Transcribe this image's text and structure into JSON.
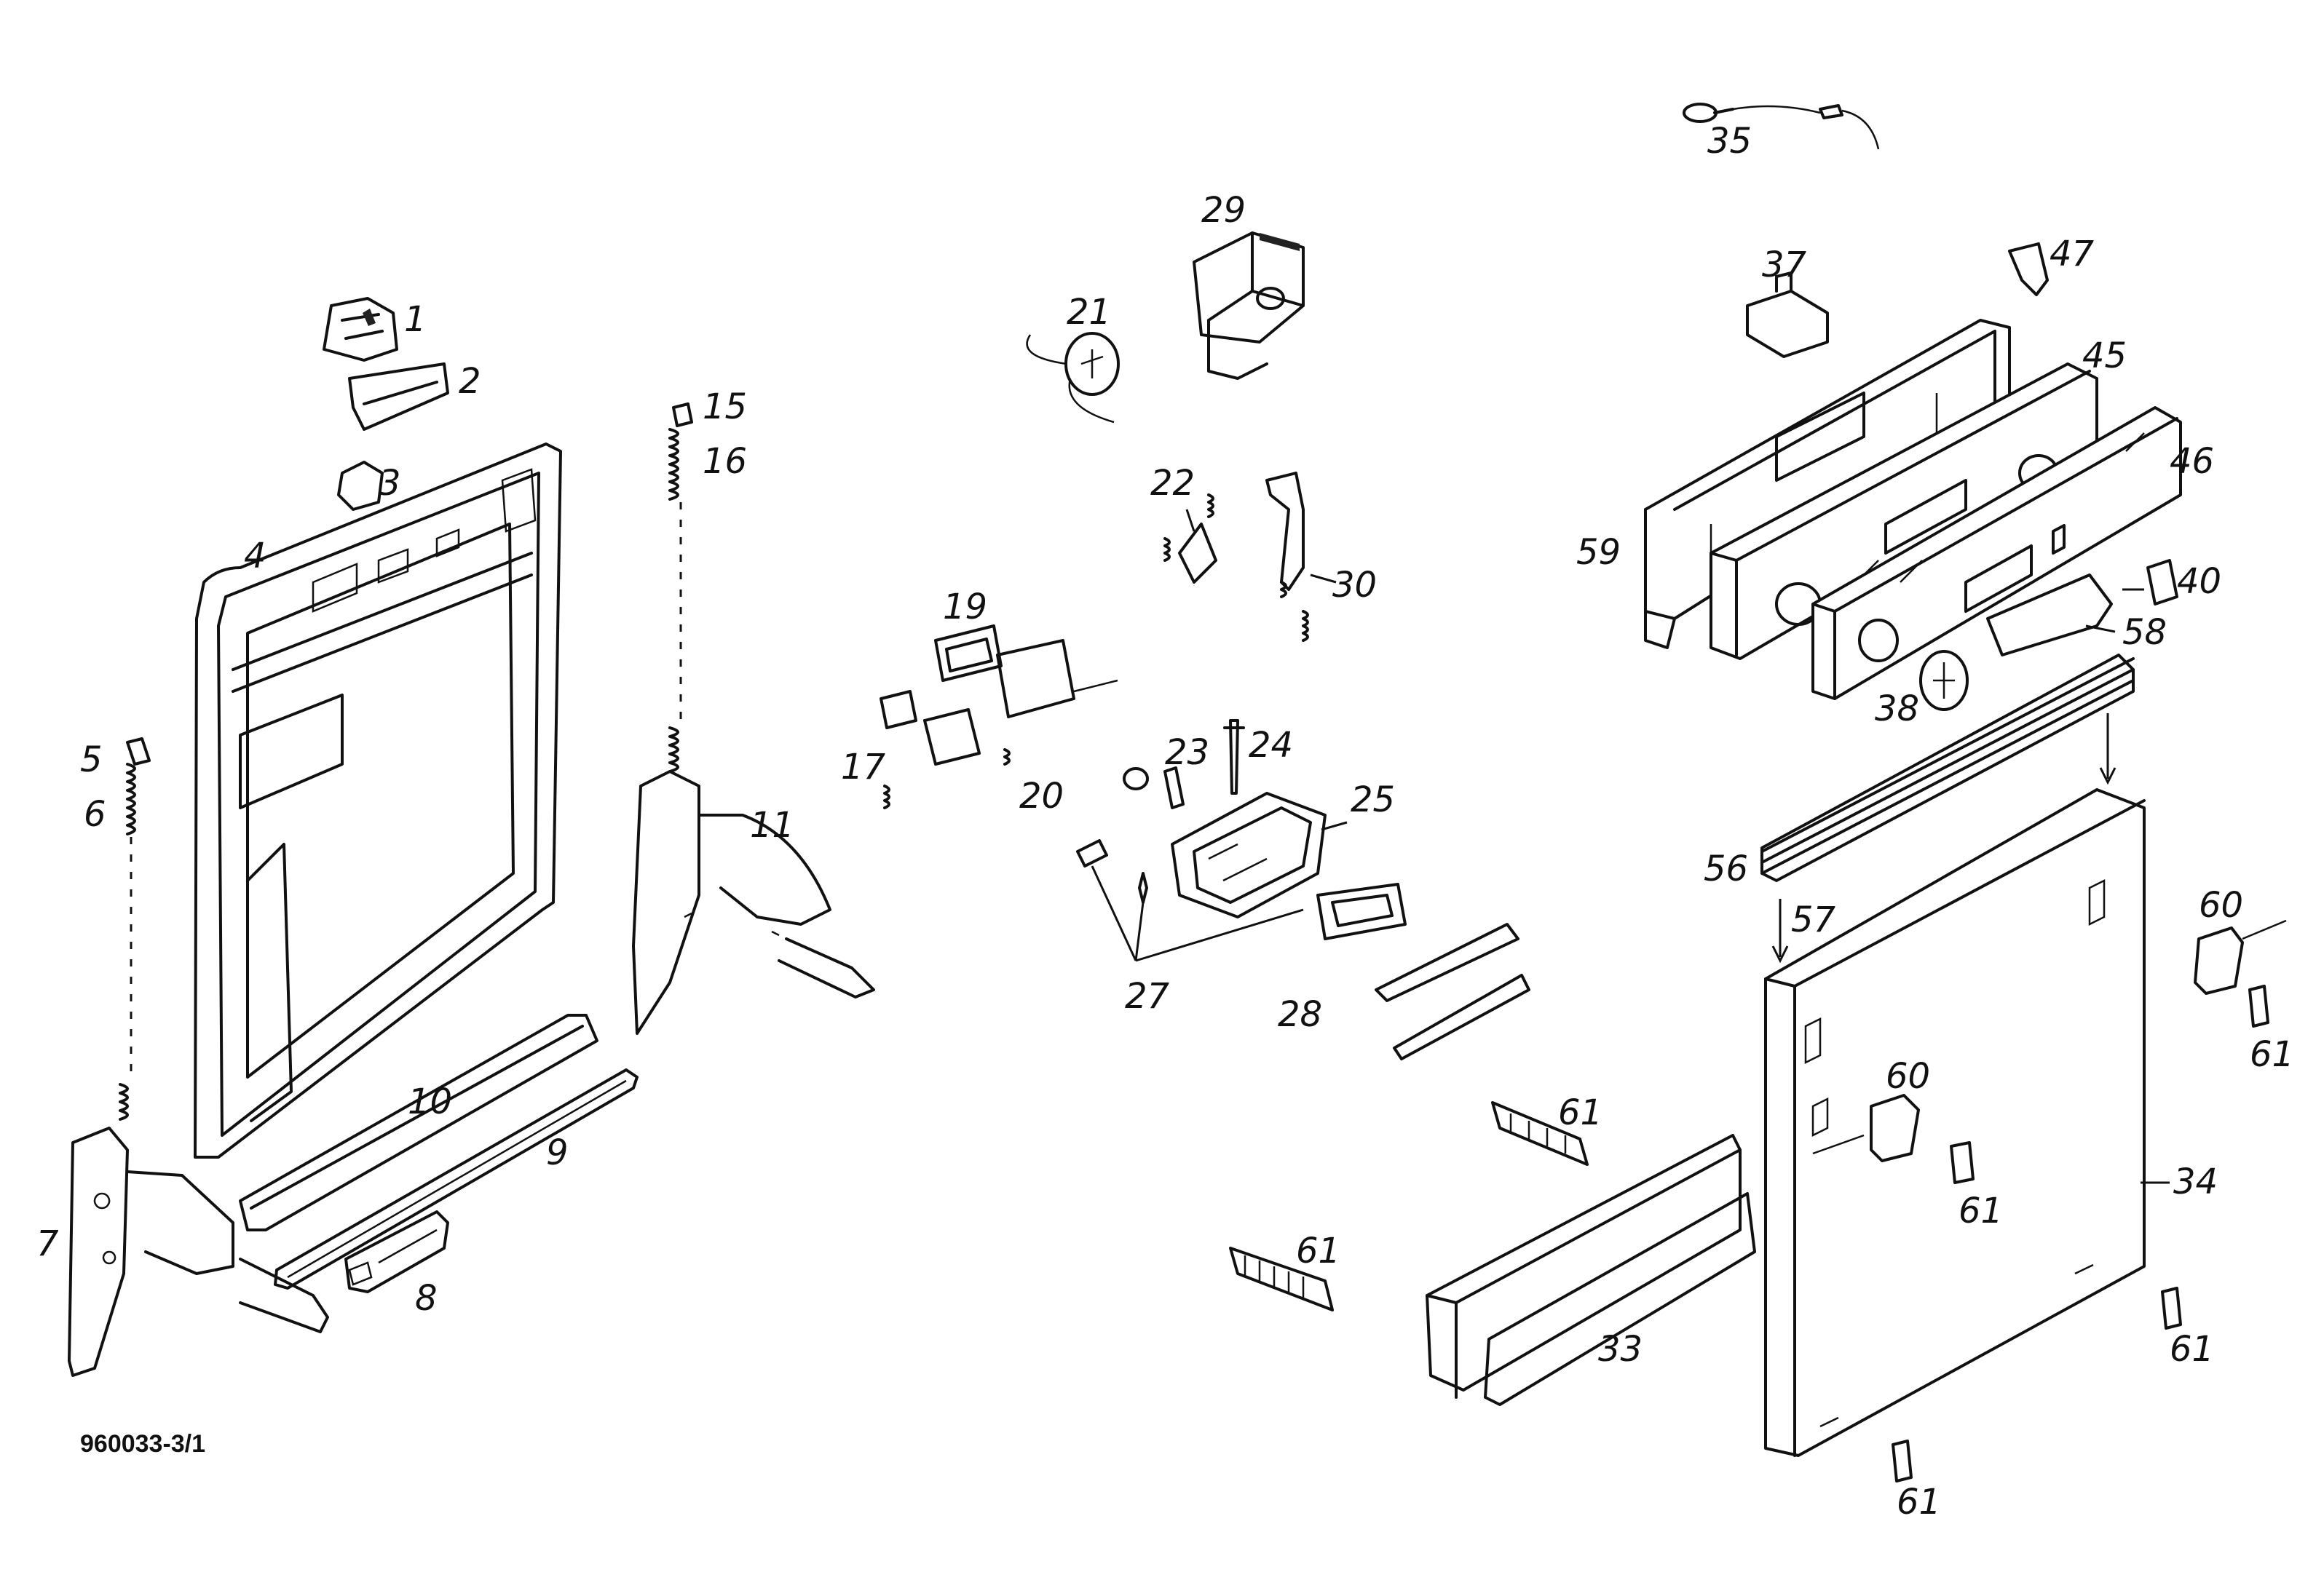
{
  "diagram": {
    "reference_code": "960033-3/1",
    "callouts": {
      "c1": "1",
      "c2": "2",
      "c3": "3",
      "c4": "4",
      "c5": "5",
      "c6": "6",
      "c7": "7",
      "c8": "8",
      "c9": "9",
      "c10": "10",
      "c11": "11",
      "c15": "15",
      "c16": "16",
      "c17": "17",
      "c19": "19",
      "c20": "20",
      "c21": "21",
      "c22": "22",
      "c23": "23",
      "c24": "24",
      "c25": "25",
      "c27": "27",
      "c28": "28",
      "c29": "29",
      "c30": "30",
      "c33": "33",
      "c34": "34",
      "c35": "35",
      "c37": "37",
      "c38": "38",
      "c40": "40",
      "c45": "45",
      "c46": "46",
      "c47": "47",
      "c56": "56",
      "c57": "57",
      "c58": "58",
      "c59": "59",
      "c60a": "60",
      "c60b": "60",
      "c61a": "61",
      "c61b": "61",
      "c61c": "61",
      "c61d": "61",
      "c61e": "61",
      "c61f": "61"
    }
  }
}
